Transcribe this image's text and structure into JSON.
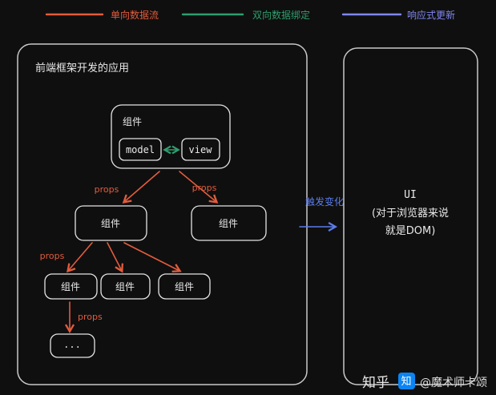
{
  "legend": {
    "one_way": {
      "label": "单向数据流"
    },
    "two_way": {
      "label": "双向数据绑定"
    },
    "reactive": {
      "label": "响应式更新"
    }
  },
  "colors": {
    "one_way": "#e25c3d",
    "two_way": "#2f9e6e",
    "reactive": "#8187ee",
    "trigger": "#5b7ce8",
    "zhihu": "#0b84f3",
    "box_stroke": "#e4e4e4",
    "text": "#e9e9e9"
  },
  "app": {
    "title": "前端框架开发的应用",
    "root": {
      "label": "组件",
      "model": "model",
      "view": "view"
    },
    "props_label": "props",
    "children": [
      "组件",
      "组件"
    ],
    "grandchildren": [
      "组件",
      "组件",
      "组件"
    ],
    "ellipsis": "..."
  },
  "trigger": {
    "label": "触发变化"
  },
  "ui_panel": {
    "line1": "UI",
    "line2": "(对于浏览器来说",
    "line3": "就是DOM)"
  },
  "watermark": {
    "site": "知乎",
    "logo_char": "知",
    "author": "@魔术师卡颂"
  }
}
